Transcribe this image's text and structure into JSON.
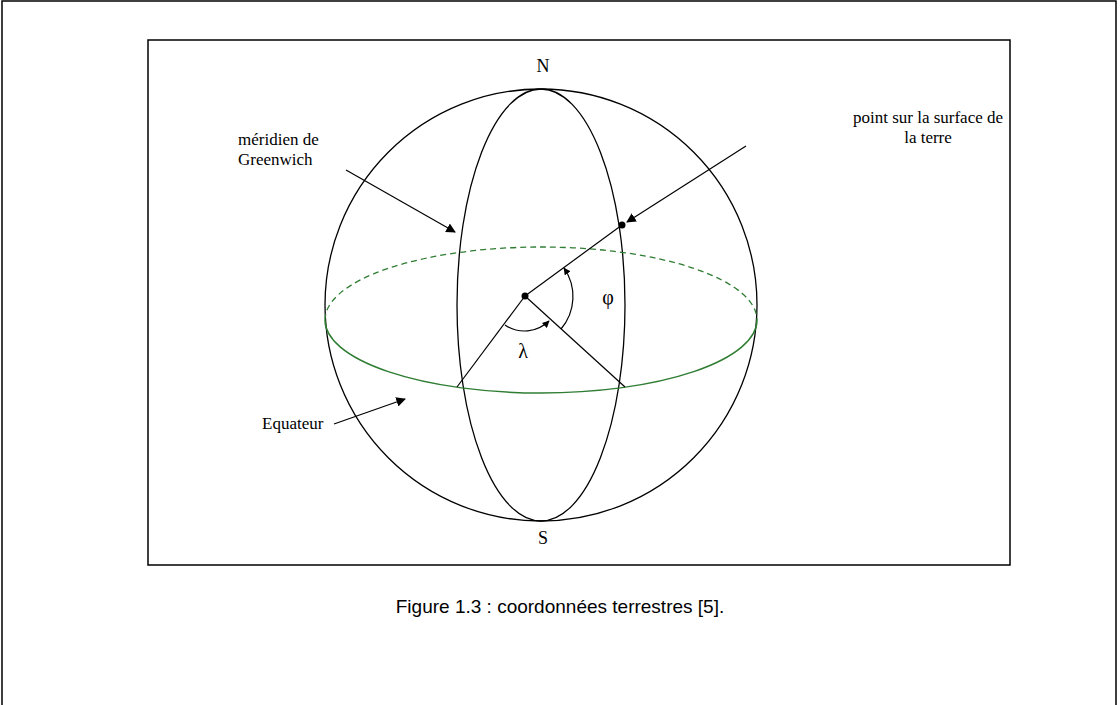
{
  "diagram": {
    "caption": "Figure 1.3 : coordonnées terrestres [5].",
    "labels": [
      "N",
      "méridien de Greenwich",
      "point sur la surface de la terre",
      "φ",
      "λ",
      "Equateur",
      "S"
    ]
  }
}
